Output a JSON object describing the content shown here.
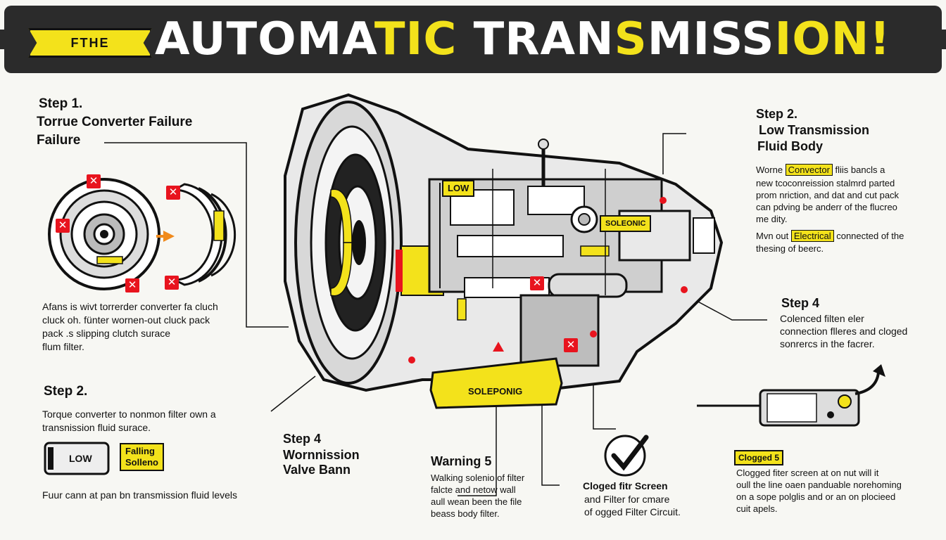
{
  "header": {
    "ribbon": "FTHE",
    "title_a": "AUTOMA",
    "title_b": "TIC",
    "title_c": " TRAN",
    "title_d": "S",
    "title_e": "MISS",
    "title_f": "ION!"
  },
  "left": {
    "step1_title": "Step 1.",
    "step1_line1": "Torrue Converter Failure",
    "step1_line2": "Failure",
    "step1_desc1": "Afans is wivt torrerder converter fa cluch",
    "step1_desc2": "cluck oh. fünter wornen-out cluck pack",
    "step1_desc3": "pack .s slipping clutch surace",
    "step1_desc4": "flum filter.",
    "step2_title": "Step 2.",
    "step2_desc1": "Torque converter to nonmon filter own a",
    "step2_desc2": "transnission fluid surace.",
    "gauge_label": "LOW",
    "failing_line1": "Falling",
    "failing_line2": "Solleno",
    "bottom_note": "Fuur cann at pan bn transmission fluid levels"
  },
  "center": {
    "step4_title": "Step 4",
    "step4_line1": "Wornnission",
    "step4_line2": "Valve Bann",
    "tag_low": "LOW",
    "tag_solenoid": "SOLEONIC",
    "pan_label": "SOLEPONIG",
    "warning_title": "Warning 5",
    "warning_desc1": "Walking solenio of filter",
    "warning_desc2": "falcte and netow wall",
    "warning_desc3": "aull wean been the file",
    "warning_desc4": "beass body filter.",
    "clogged_line1": "Cloged fitr Screen",
    "clogged_line2": "and Filter for cmare",
    "clogged_line3": "of ogged Filter Circuit."
  },
  "right": {
    "step2_title": "Step 2.",
    "step2_line1": "Low Transmission",
    "step2_line2": "Fluid Body",
    "p1_pre": "Worne ",
    "p1_hl": "Convector",
    "p1_post": " fliis bancls a",
    "p1_l2": "new tcoconreission stalmrd parted",
    "p1_l3": "prom nriction, and dat and cut pack",
    "p1_l4": "can pdving be anderr of the flucreo",
    "p1_l5": "me dity.",
    "p2_pre": "Mvn out ",
    "p2_hl": "Electrical",
    "p2_post": " connected of the",
    "p2_l2": "thesing of beerc.",
    "step4_title": "Step 4",
    "step4_desc1": "Colenced filten eler",
    "step4_desc2": "connection flleres and cloged",
    "step4_desc3": "sonrercs in the facrer.",
    "clogged_tag": "Clogged 5",
    "clogged_desc1": "Clogged fiter screen at on nut will it",
    "clogged_desc2": "oull the line oaen panduable norehoming",
    "clogged_desc3": "on a sope polglis and or an on plocieed",
    "clogged_desc4": "cuit apels."
  },
  "colors": {
    "accent": "#f3e21b",
    "danger": "#e8141e",
    "dark": "#2b2b2b",
    "arrow": "#f08a1c"
  }
}
